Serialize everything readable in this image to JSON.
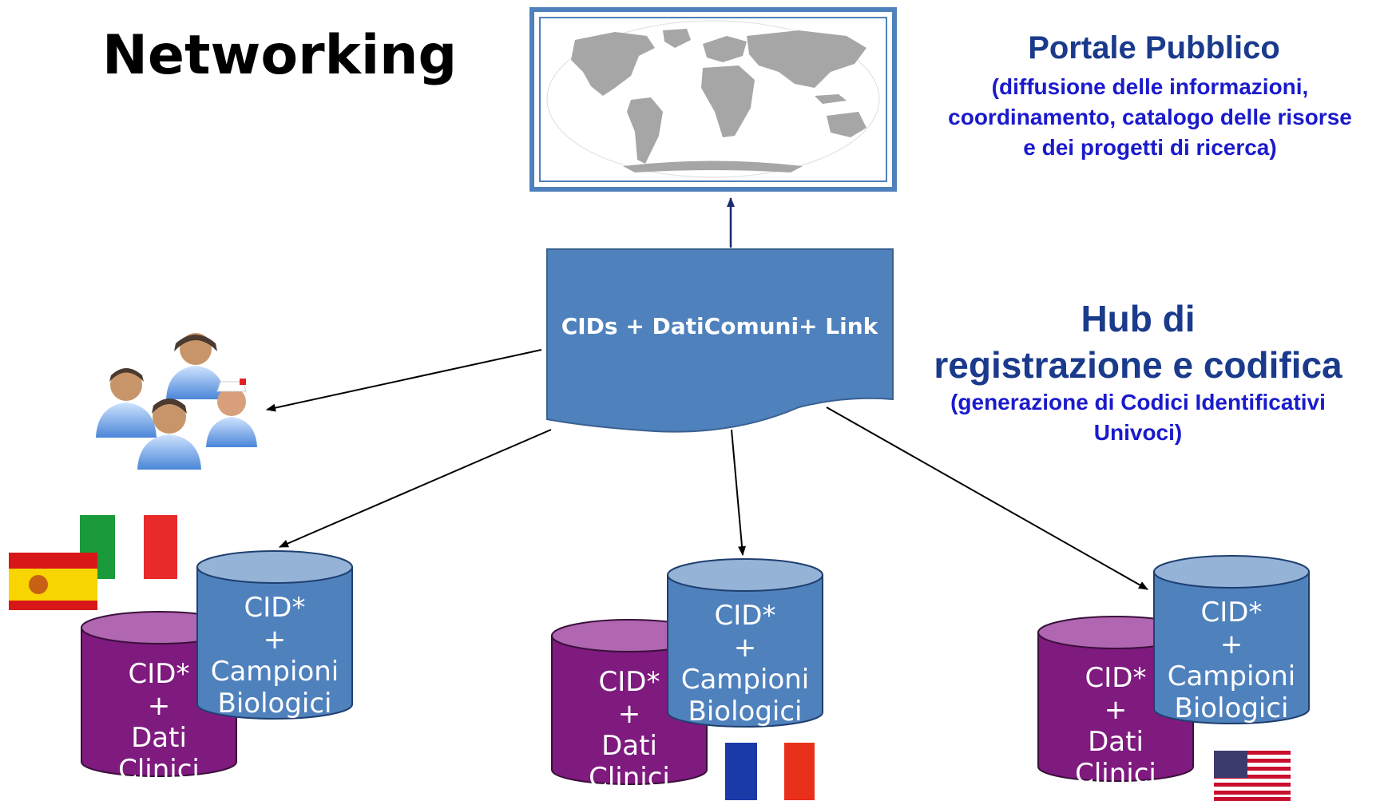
{
  "title": "Networking",
  "portal": {
    "title": "Portale Pubblico",
    "desc_lines": [
      "(diffusione delle informazioni,",
      "coordinamento, catalogo delle risorse",
      "e dei progetti di ricerca)"
    ]
  },
  "hub": {
    "title_lines": [
      "Hub di",
      "registrazione e codifica"
    ],
    "desc_lines": [
      "(generazione di Codici Identificativi",
      "Univoci)"
    ]
  },
  "document_label": "CIDs + DatiComuni+ Link",
  "clinical_db": [
    "CID*",
    "+",
    "Dati",
    "Clinici"
  ],
  "bio_db": [
    "CID*",
    "+",
    "Campioni",
    "Biologici"
  ],
  "icons": [
    "world-map-icon",
    "people-group-icon",
    "flag-italy-icon",
    "flag-spain-icon",
    "flag-france-icon",
    "flag-usa-icon"
  ],
  "colors": {
    "document_fill": "#4f81bd",
    "clinical_db_fill": "#7f1a7f",
    "clinical_db_top": "#b066b0",
    "bio_db_fill": "#4f81bd",
    "bio_db_top": "#95b3d7",
    "heading_blue": "#1a3a8c",
    "subtext_blue": "#1a1acc"
  }
}
